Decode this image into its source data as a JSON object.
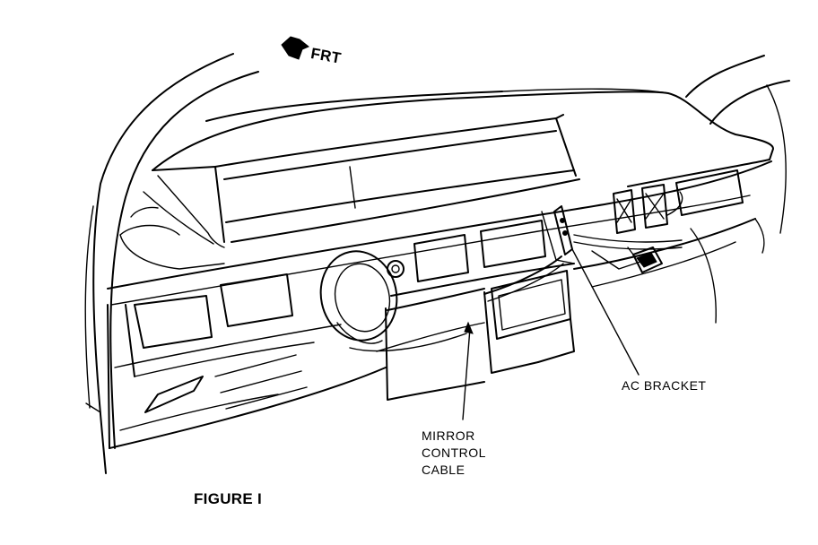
{
  "direction_label": "FRT",
  "callouts": {
    "ac_bracket": "AC BRACKET",
    "mirror_control_cable": [
      "MIRROR",
      "CONTROL",
      "CABLE"
    ]
  },
  "figure_caption": "FIGURE I",
  "colors": {
    "ink": "#000000",
    "paper": "#ffffff"
  },
  "icons": {
    "direction_arrow": "front-arrow-icon"
  }
}
